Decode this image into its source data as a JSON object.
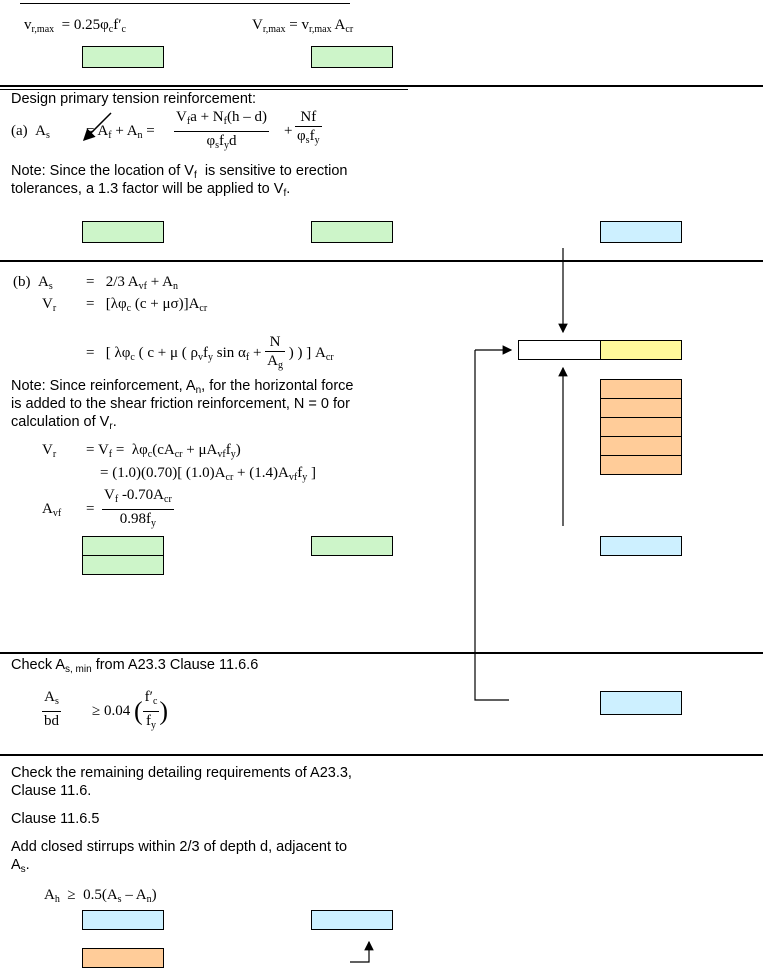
{
  "section_top": {
    "eq_left": "v<sub>r,max</sub> &nbsp;= 0.25φ<sub>c</sub>f′<sub>c</sub>",
    "eq_right": "V<sub>r,max</sub> = v<sub>r,max</sub> A<sub>cr</sub>"
  },
  "section_a": {
    "heading": "Design primary tension reinforcement:",
    "label": "(a) &nbsp;A<sub>s</sub>",
    "eq_lhs": "= A<sub>f</sub> + A<sub>n</sub> =",
    "frac1_num": "V<sub>f</sub>a + N<sub>f</sub>(h – d)",
    "frac1_den": "φ<sub>s</sub>f<sub>y</sub>d",
    "frac2_num": "Nf",
    "frac2_den": "φ<sub>s</sub>f<sub>y</sub>",
    "note_line1": "Note: Since the location of V<sub>f</sub> &nbsp;is sensitive to erection",
    "note_line2": "tolerances, a 1.3 factor will be applied to V<sub>f</sub>."
  },
  "section_b": {
    "label": "(b) &nbsp;A<sub>s</sub>",
    "eq1": "= &nbsp;&nbsp;2/3 A<sub>vf</sub> + A<sub>n</sub>",
    "vr_label": "V<sub>r</sub>",
    "eq2": "= &nbsp;&nbsp;[λφ<sub>c</sub> (c + μσ)]A<sub>cr</sub>",
    "eq3_pre": "= &nbsp;&nbsp;[ λφ<sub>c</sub> ( c + μ ( ρ<sub>v</sub>f<sub>y</sub> sin α<sub>f</sub> +",
    "eq3_num": "N",
    "eq3_den": "A<sub>g</sub>",
    "eq3_post": ") ) ] A<sub>cr</sub>",
    "note_line1": "Note: Since reinforcement, A<sub>n</sub>, for the horizontal force",
    "note_line2": "is added to the shear friction reinforcement, N = 0 for",
    "note_line3": "calculation of V<sub>r</sub>.",
    "vr2_label": "V<sub>r</sub>",
    "eq4": "= V<sub>f</sub> = &nbsp;λφ<sub>c</sub>(cA<sub>cr</sub> + μA<sub>vf</sub>f<sub>y</sub>)",
    "eq5": "= (1.0)(0.70)[ (1.0)A<sub>cr</sub> + (1.4)A<sub>vf</sub>f<sub>y</sub> ]",
    "avf_label": "A<sub>vf</sub>",
    "eq6_eq": "=",
    "eq6_num": "V<sub>f</sub> -0.70A<sub>cr</sub>",
    "eq6_den": "0.98f<sub>y</sub>"
  },
  "section_check": {
    "heading": "Check A<sub>s, min</sub> from A23.3 Clause 11.6.6",
    "lhs_num": "A<sub>s</sub>",
    "lhs_den": "bd",
    "rhs_pre": "≥ 0.04",
    "rhs_num": "f′<sub>c</sub>",
    "rhs_den": "f<sub>y</sub>"
  },
  "section_detail": {
    "line1": "Check the remaining detailing requirements of A23.3,",
    "line2": "Clause 11.6.",
    "line3": "Clause 11.6.5",
    "line4": "Add closed stirrups within 2/3 of depth d, adjacent to",
    "line5": "A<sub>s</sub>.",
    "eq": "A<sub>h</sub> &nbsp;≥ &nbsp;0.5(A<sub>s</sub> – A<sub>n</sub>)"
  },
  "colors": {
    "green": "#cdf5c9",
    "blue": "#cdf0ff",
    "yellow": "#fffa9b",
    "orange": "#ffcc99"
  }
}
